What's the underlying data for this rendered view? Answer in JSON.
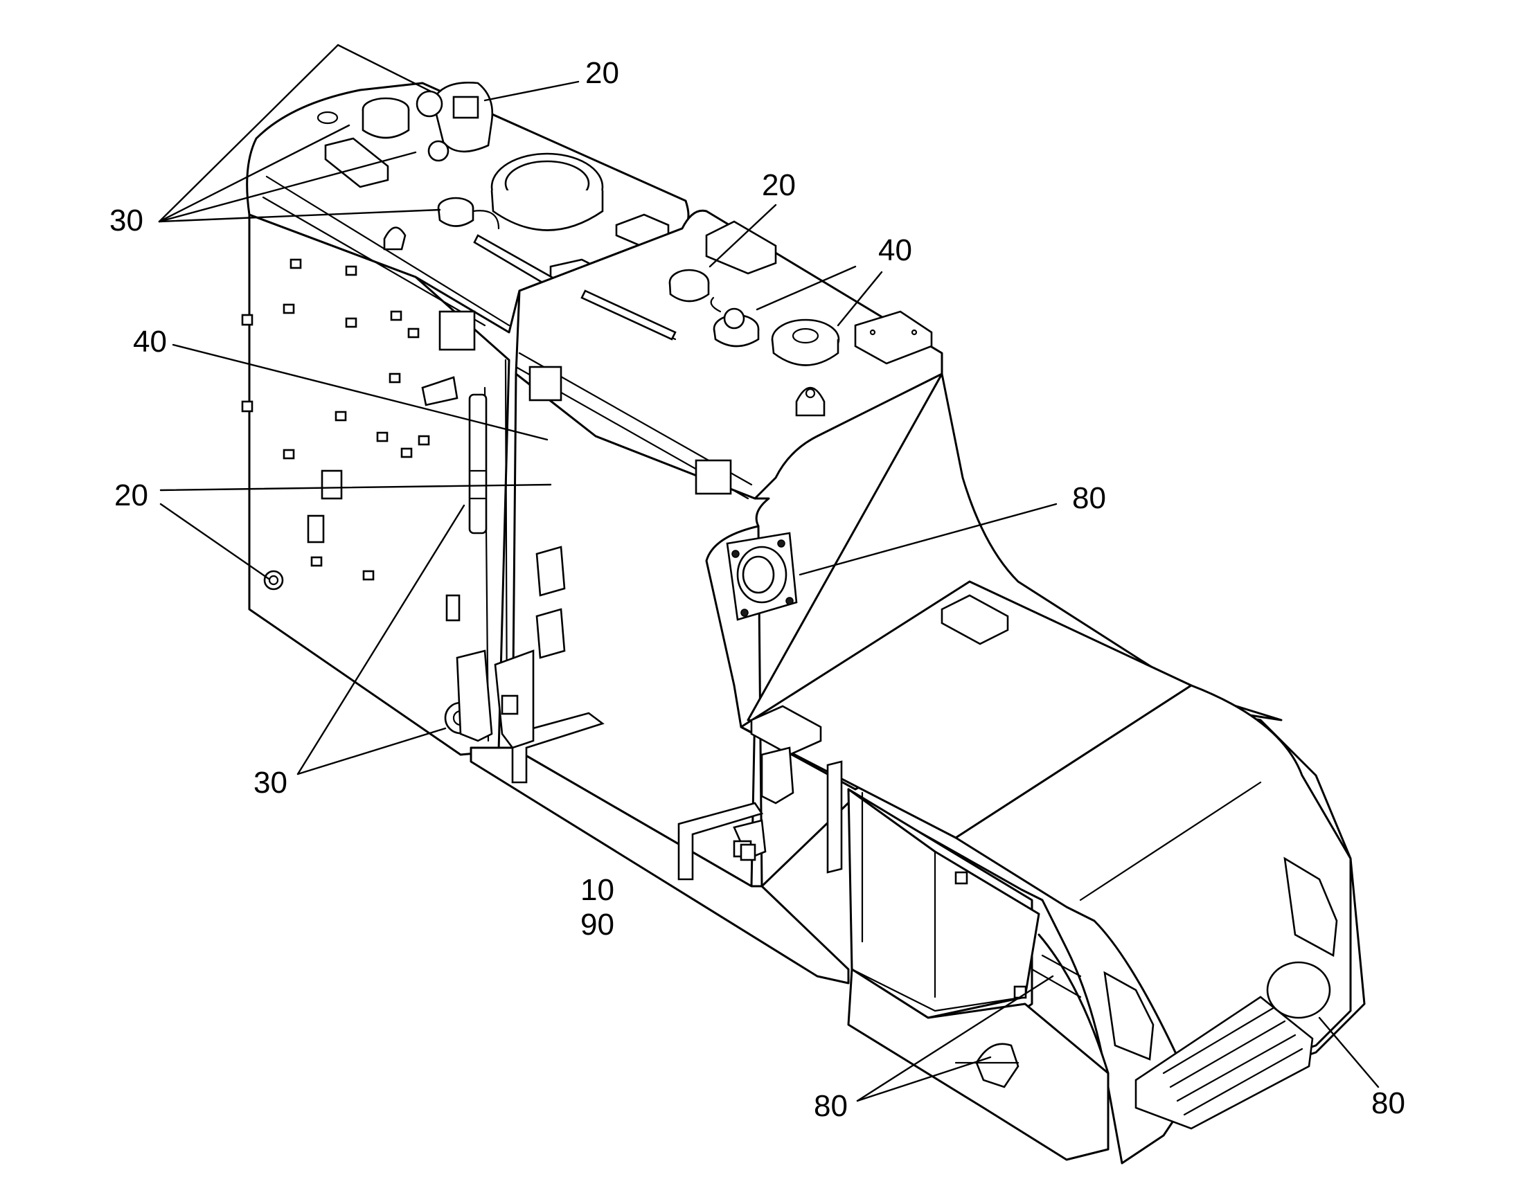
{
  "diagram": {
    "callouts": [
      {
        "id": "c20-top",
        "text": "20"
      },
      {
        "id": "c30-top",
        "text": "30"
      },
      {
        "id": "c20-mid",
        "text": "20"
      },
      {
        "id": "c40-right",
        "text": "40"
      },
      {
        "id": "c40-left",
        "text": "40"
      },
      {
        "id": "c20-left",
        "text": "20"
      },
      {
        "id": "c80-side",
        "text": "80"
      },
      {
        "id": "c30-bottom",
        "text": "30"
      },
      {
        "id": "c10",
        "text": "10"
      },
      {
        "id": "c90",
        "text": "90"
      },
      {
        "id": "c80-bottom",
        "text": "80"
      },
      {
        "id": "c80-right",
        "text": "80"
      }
    ]
  }
}
